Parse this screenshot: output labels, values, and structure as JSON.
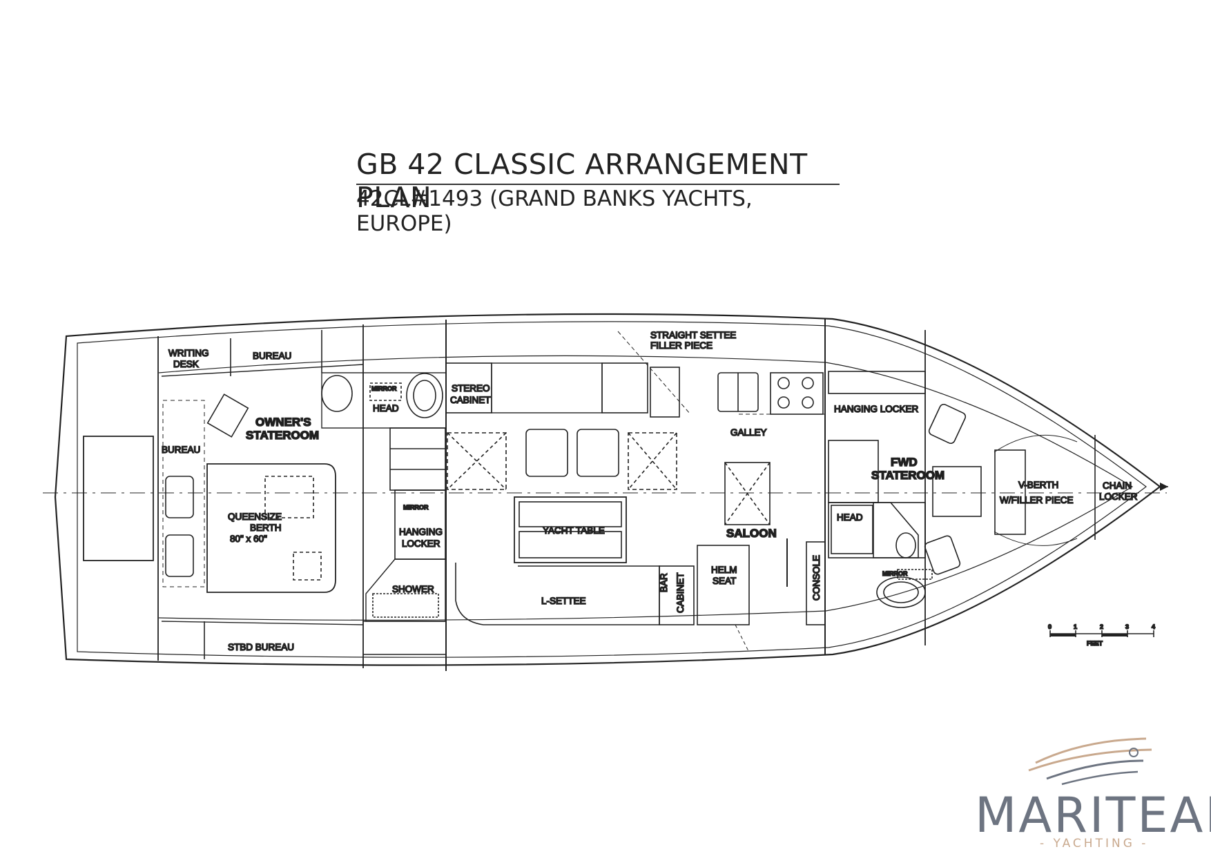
{
  "title": "GB 42 CLASSIC ARRANGEMENT PLAN",
  "subtitle": "42CL#1493 (GRAND BANKS YACHTS, EUROPE)",
  "labels": {
    "writing_desk_1": "WRITING",
    "writing_desk_2": "DESK",
    "bureau": "BUREAU",
    "bureau_side": "BUREAU",
    "owners_1": "OWNER'S",
    "owners_2": "STATEROOM",
    "mirror_aft_head": "MIRROR",
    "head_aft": "HEAD",
    "stereo_1": "STEREO",
    "stereo_2": "CABINET",
    "filler_1": "STRAIGHT SETTEE",
    "filler_2": "FILLER PIECE",
    "galley": "GALLEY",
    "hanging_locker_fwd": "HANGING LOCKER",
    "fwd_1": "FWD",
    "fwd_2": "STATEROOM",
    "vberth_1": "V-BERTH",
    "vberth_2": "W/FILLER PIECE",
    "chain_1": "CHAIN",
    "chain_2": "LOCKER",
    "queen_1": "QUEENSIZE",
    "queen_2": "BERTH",
    "queen_3": "80\" x 60\"",
    "mirror_locker": "MIRROR",
    "hanging_1": "HANGING",
    "hanging_2": "LOCKER",
    "shower": "SHOWER",
    "yacht_table": "YACHT TABLE",
    "l_settee": "L-SETTEE",
    "bar_1": "BAR",
    "bar_2": "CABINET",
    "helm_1": "HELM",
    "helm_2": "SEAT",
    "saloon": "SALOON",
    "console": "CONSOLE",
    "head_fwd": "HEAD",
    "mirror_fwd": "MIRROR",
    "stbd_bureau": "STBD BUREAU"
  },
  "scale_bar": {
    "ticks": [
      "0",
      "1",
      "2",
      "3",
      "4"
    ],
    "unit": "FEET"
  },
  "logo": {
    "word": "MARITEAM",
    "sub": "- YACHTING -"
  }
}
